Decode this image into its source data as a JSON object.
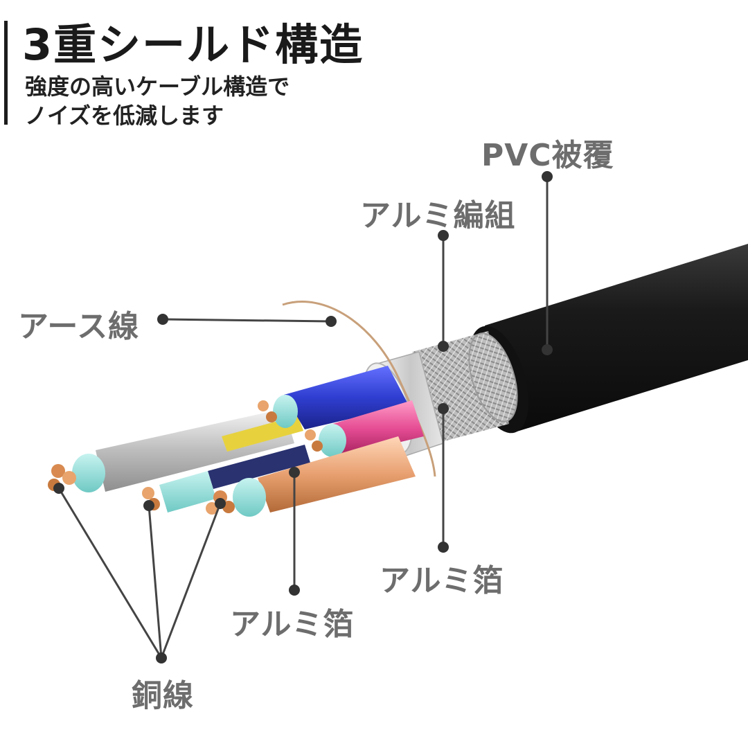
{
  "header": {
    "title": "3重シールド構造",
    "subtitle_line1": "強度の高いケーブル構造で",
    "subtitle_line2": "ノイズを低減します"
  },
  "callouts": {
    "pvc_jacket": "PVC被覆",
    "aluminum_braid": "アルミ編組",
    "ground_wire": "アース線",
    "aluminum_foil_outer": "アルミ箔",
    "aluminum_foil_inner": "アルミ箔",
    "copper_wire": "銅線"
  },
  "colors": {
    "jacket": "#1b1b1b",
    "braid": "#b8b8b8",
    "foil": "#d8d8d8",
    "callout": "#6d6d6d",
    "leader": "#444444",
    "pair_blue": "#2f3ed0",
    "pair_pink": "#e54c93",
    "pair_copper": "#e8a878",
    "pair_silver": "#c9c9c9",
    "copper": "#c87a3e"
  }
}
